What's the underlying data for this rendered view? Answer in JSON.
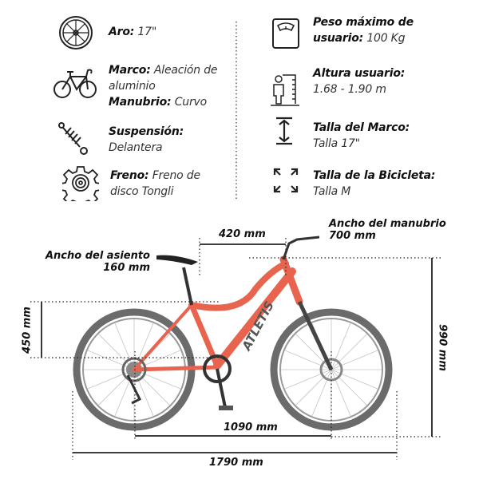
{
  "specs_left": [
    {
      "label": "Aro:",
      "value": "17\"",
      "icon": "wheel-icon"
    },
    {
      "label": "Marco:",
      "value": "Aleación de aluminio",
      "label2": "Manubrio:",
      "value2": "Curvo",
      "icon": "bicycle-icon"
    },
    {
      "label": "Suspensión:",
      "value": "Delantera",
      "icon": "shock-absorber-icon"
    },
    {
      "label": "Freno:",
      "value": "Freno de disco Tongli",
      "icon": "brake-disc-gear-icon"
    }
  ],
  "specs_right": [
    {
      "label": "Peso máximo de usuario:",
      "value": "100 Kg",
      "icon": "scale-icon"
    },
    {
      "label": "Altura usuario:",
      "value": "1.68 - 1.90 m",
      "icon": "height-measure-icon"
    },
    {
      "label": "Talla del Marco:",
      "value": "Talla 17\"",
      "icon": "vertical-size-arrow-icon"
    },
    {
      "label": "Talla de la Bicicleta:",
      "value": "Talla M",
      "icon": "expand-arrows-icon"
    }
  ],
  "dimensions": {
    "reach": "420 mm",
    "handlebar_label": "Ancho del manubrio",
    "handlebar": "700 mm",
    "saddle_label": "Ancho del asiento",
    "saddle": "160 mm",
    "standover": "450 mm",
    "height": "990 mm",
    "wheelbase": "1090 mm",
    "length": "1790 mm"
  },
  "bike": {
    "brand": "ATLETIS",
    "frame_color": "#e8644f",
    "tire_color": "#6b6b6b"
  }
}
